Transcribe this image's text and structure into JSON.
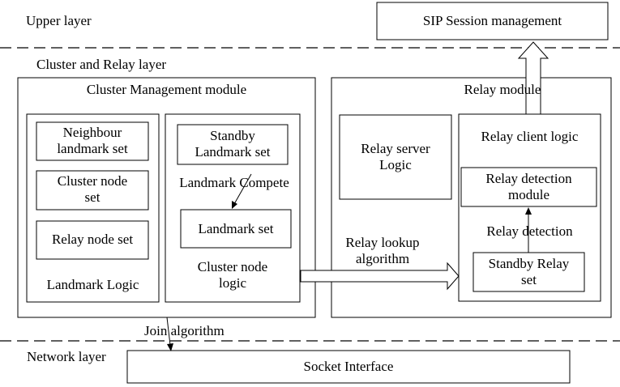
{
  "layers": {
    "upper": "Upper layer",
    "cluster_relay": "Cluster and Relay layer",
    "network": "Network layer"
  },
  "sip_box": "SIP Session management",
  "socket_box": "Socket Interface",
  "cluster_module": {
    "title": "Cluster Management module",
    "landmark_logic": {
      "neighbour_landmark_set": [
        "Neighbour",
        "landmark set"
      ],
      "cluster_node_set": [
        "Cluster node",
        "set"
      ],
      "relay_node_set": "Relay node set",
      "label": "Landmark Logic"
    },
    "cluster_node_logic": {
      "standby_landmark_set": [
        "Standby",
        "Landmark set"
      ],
      "landmark_compete": "Landmark Compete",
      "landmark_set": "Landmark set",
      "label": [
        "Cluster node",
        "logic"
      ]
    }
  },
  "relay_module": {
    "title": "Relay module",
    "relay_server_logic": [
      "Relay server",
      "Logic"
    ],
    "relay_client_logic": {
      "label": "Relay client logic",
      "relay_detection_module": [
        "Relay detection",
        "module"
      ],
      "relay_detection": "Relay detection",
      "standby_relay_set": [
        "Standby Relay",
        "set"
      ]
    }
  },
  "relay_lookup": [
    "Relay lookup",
    "algorithm"
  ],
  "join_algorithm": "Join algorithm"
}
